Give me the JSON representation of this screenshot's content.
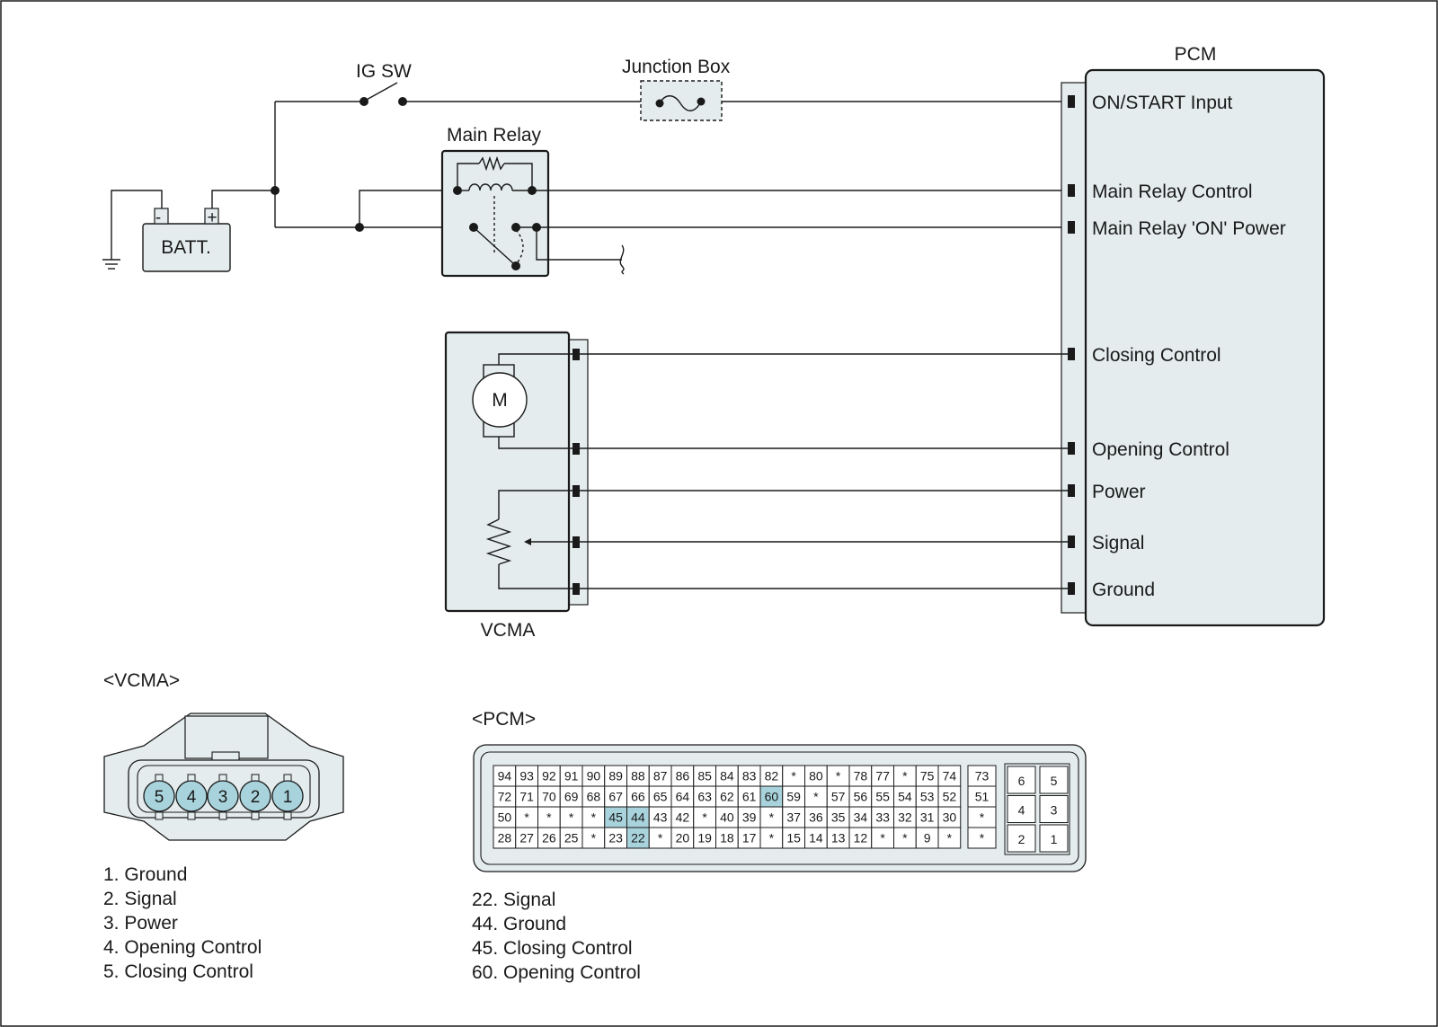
{
  "colors": {
    "line": "#1a1a1a",
    "fill_light": "#e4eced",
    "pin_highlight": "#a8d3dc",
    "pin_cell": "#ffffff"
  },
  "labels": {
    "ig_sw": "IG SW",
    "junction_box": "Junction Box",
    "main_relay": "Main Relay",
    "batt": "BATT.",
    "batt_minus": "-",
    "batt_plus": "+",
    "pcm_title": "PCM",
    "motor": "M",
    "vcma": "VCMA"
  },
  "pcm_signals": [
    "ON/START Input",
    "Main Relay Control",
    "Main Relay  'ON' Power",
    "Closing Control",
    "Opening Control",
    "Power",
    "Signal",
    "Ground"
  ],
  "vcma_connector": {
    "title": "<VCMA>",
    "pins": [
      "5",
      "4",
      "3",
      "2",
      "1"
    ],
    "legend": [
      "1. Ground",
      "2. Signal",
      "3. Power",
      "4. Opening Control",
      "5. Closing Control"
    ]
  },
  "pcm_connector": {
    "title": "<PCM>",
    "grid": [
      [
        "94",
        "93",
        "92",
        "91",
        "90",
        "89",
        "88",
        "87",
        "86",
        "85",
        "84",
        "83",
        "82",
        "*",
        "80",
        "*",
        "78",
        "77",
        "*",
        "75",
        "74"
      ],
      [
        "72",
        "71",
        "70",
        "69",
        "68",
        "67",
        "66",
        "65",
        "64",
        "63",
        "62",
        "61",
        "60",
        "59",
        "*",
        "57",
        "56",
        "55",
        "54",
        "53",
        "52"
      ],
      [
        "50",
        "*",
        "*",
        "*",
        "*",
        "45",
        "44",
        "43",
        "42",
        "*",
        "40",
        "39",
        "*",
        "37",
        "36",
        "35",
        "34",
        "33",
        "32",
        "31",
        "30"
      ],
      [
        "28",
        "27",
        "26",
        "25",
        "*",
        "23",
        "22",
        "*",
        "20",
        "19",
        "18",
        "17",
        "*",
        "15",
        "14",
        "13",
        "12",
        "*",
        "*",
        "9",
        "*"
      ]
    ],
    "side_column": [
      "73",
      "51",
      "*",
      "*"
    ],
    "side_block": [
      [
        "6",
        "5"
      ],
      [
        "4",
        "3"
      ],
      [
        "2",
        "1"
      ]
    ],
    "highlighted": [
      "22",
      "44",
      "45",
      "60"
    ],
    "legend": [
      "22. Signal",
      "44. Ground",
      "45. Closing Control",
      "60. Opening Control"
    ]
  }
}
